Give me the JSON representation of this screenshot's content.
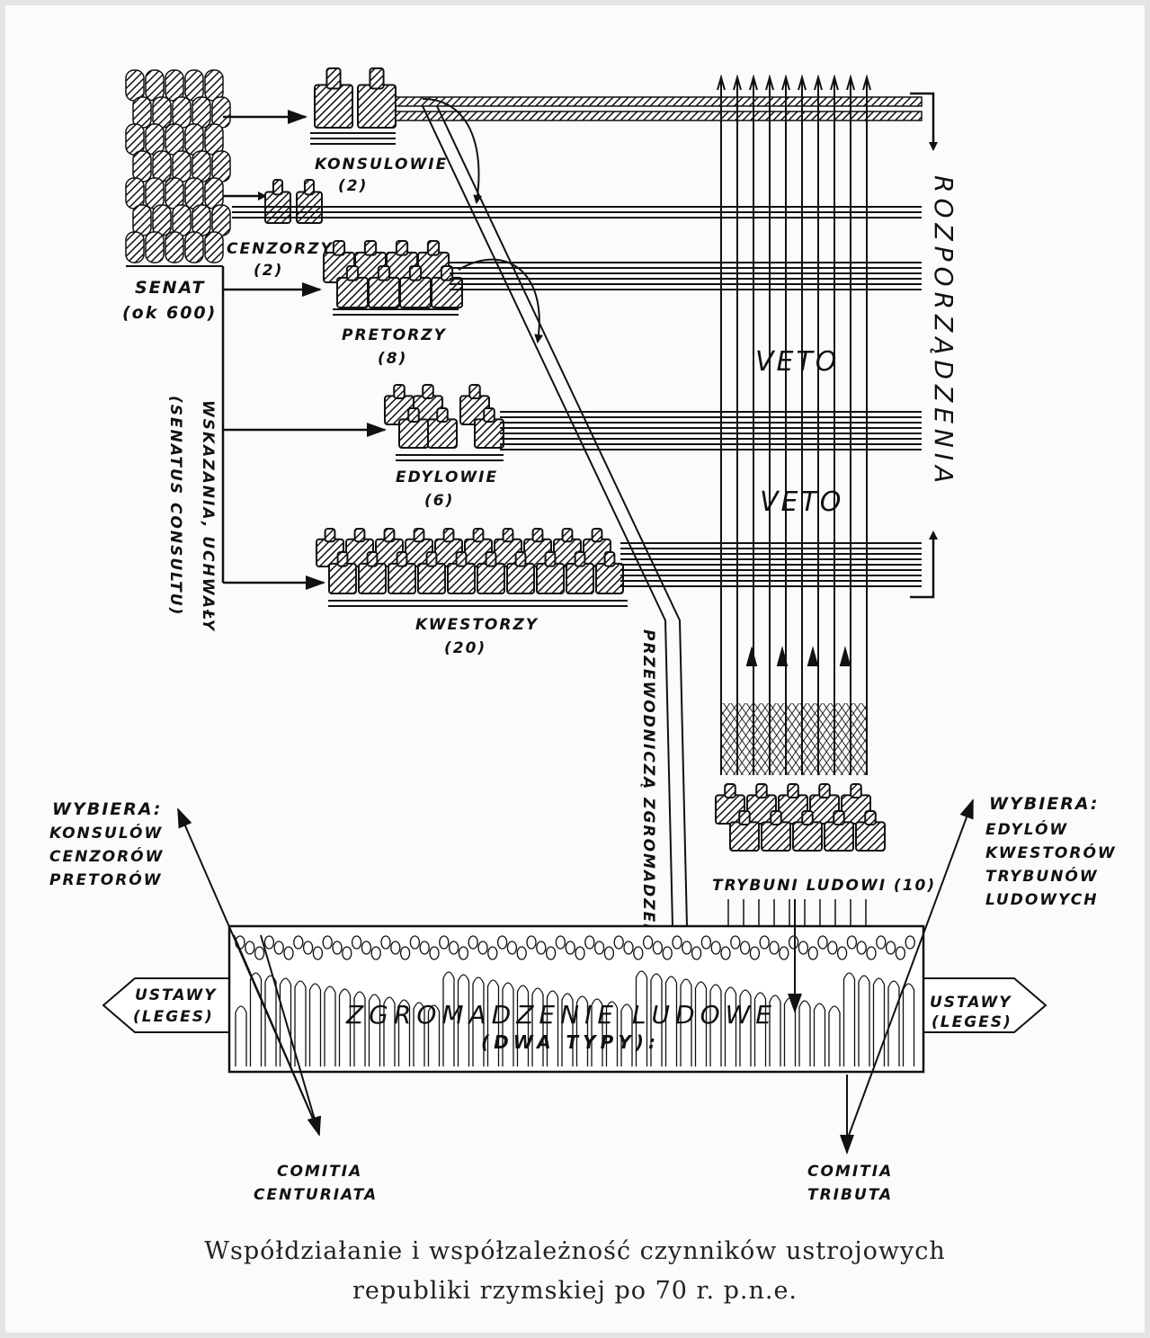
{
  "senate": {
    "title": "SENAT",
    "count": "(ok 600)"
  },
  "offices": {
    "konsulowie": {
      "name": "KONSULOWIE",
      "count": "(2)"
    },
    "cenzorzy": {
      "name": "CENZORZY",
      "count": "(2)"
    },
    "pretorzy": {
      "name": "PRETORZY",
      "count": "(8)"
    },
    "edylowie": {
      "name": "EDYLOWIE",
      "count": "(6)"
    },
    "kwestorzy": {
      "name": "KWESTORZY",
      "count": "(20)"
    },
    "trybuni": {
      "name": "TRYBUNI LUDOWI (10)"
    }
  },
  "senate_link": {
    "line1": "WSKAZANIA, UCHWAŁY",
    "line2": "(SENATUS CONSULTU)"
  },
  "rozporzadzenia": "ROZPORZĄDZENIA",
  "veto_1": "VETO",
  "veto_2": "VETO",
  "przewodnicza": "PRZEWODNICZĄ ZGROMADZENIU",
  "left_elects": {
    "title": "WYBIERA:",
    "items": [
      "KONSULÓW",
      "CENZORÓW",
      "PRETORÓW"
    ]
  },
  "right_elects": {
    "title": "WYBIERA:",
    "items": [
      "EDYLÓW",
      "KWESTORÓW",
      "TRYBUNÓW",
      "LUDOWYCH"
    ]
  },
  "assembly": {
    "title": "ZGROMADZENIE LUDOWE",
    "subtitle": "(DWA TYPY):"
  },
  "ustawy_left": {
    "line1": "USTAWY",
    "line2": "(LEGES)"
  },
  "ustawy_right": {
    "line1": "USTAWY",
    "line2": "(LEGES)"
  },
  "comitia_left": {
    "line1": "COMITIA",
    "line2": "CENTURIATA"
  },
  "comitia_right": {
    "line1": "COMITIA",
    "line2": "TRIBUTA"
  },
  "caption": {
    "line1": "Współdziałanie i współzależność czynników ustrojowych",
    "line2": "republiki rzymskiej po 70 r. p.n.e."
  }
}
